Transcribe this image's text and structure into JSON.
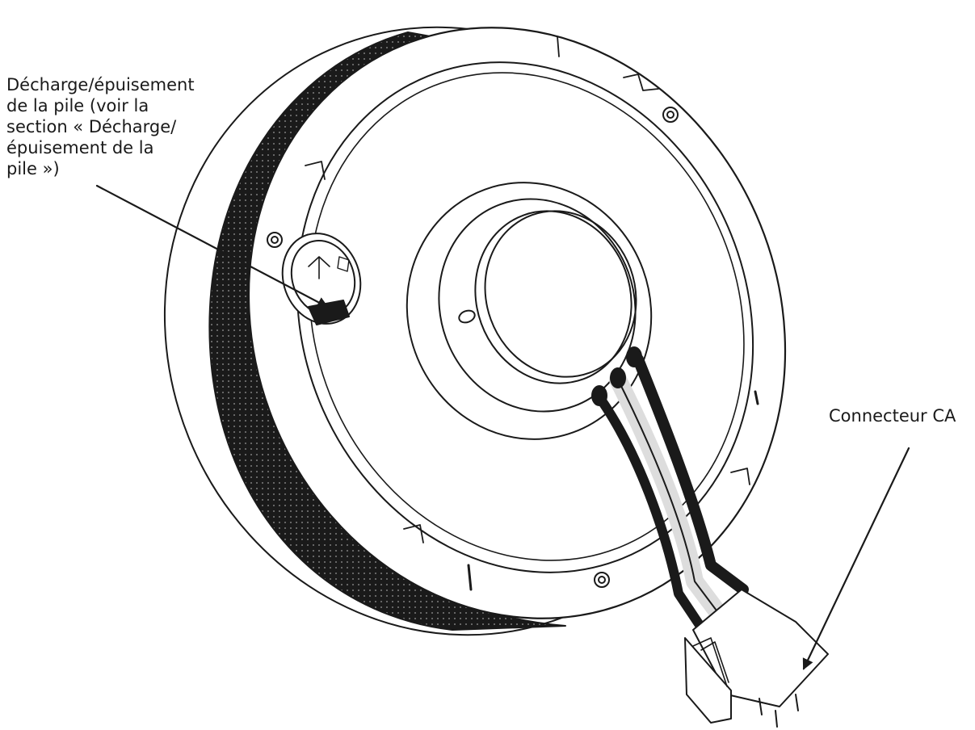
{
  "callouts": {
    "battery": {
      "lines": [
        "Décharge/épuisement",
        "de la pile (voir la",
        "section « Décharge/",
        "épuisement de la",
        "pile »)"
      ]
    },
    "ac_connector": {
      "label": "Connecteur CA"
    }
  },
  "colors": {
    "line": "#1a1a1a",
    "background": "#ffffff",
    "wire_fill": "#dddddd"
  }
}
